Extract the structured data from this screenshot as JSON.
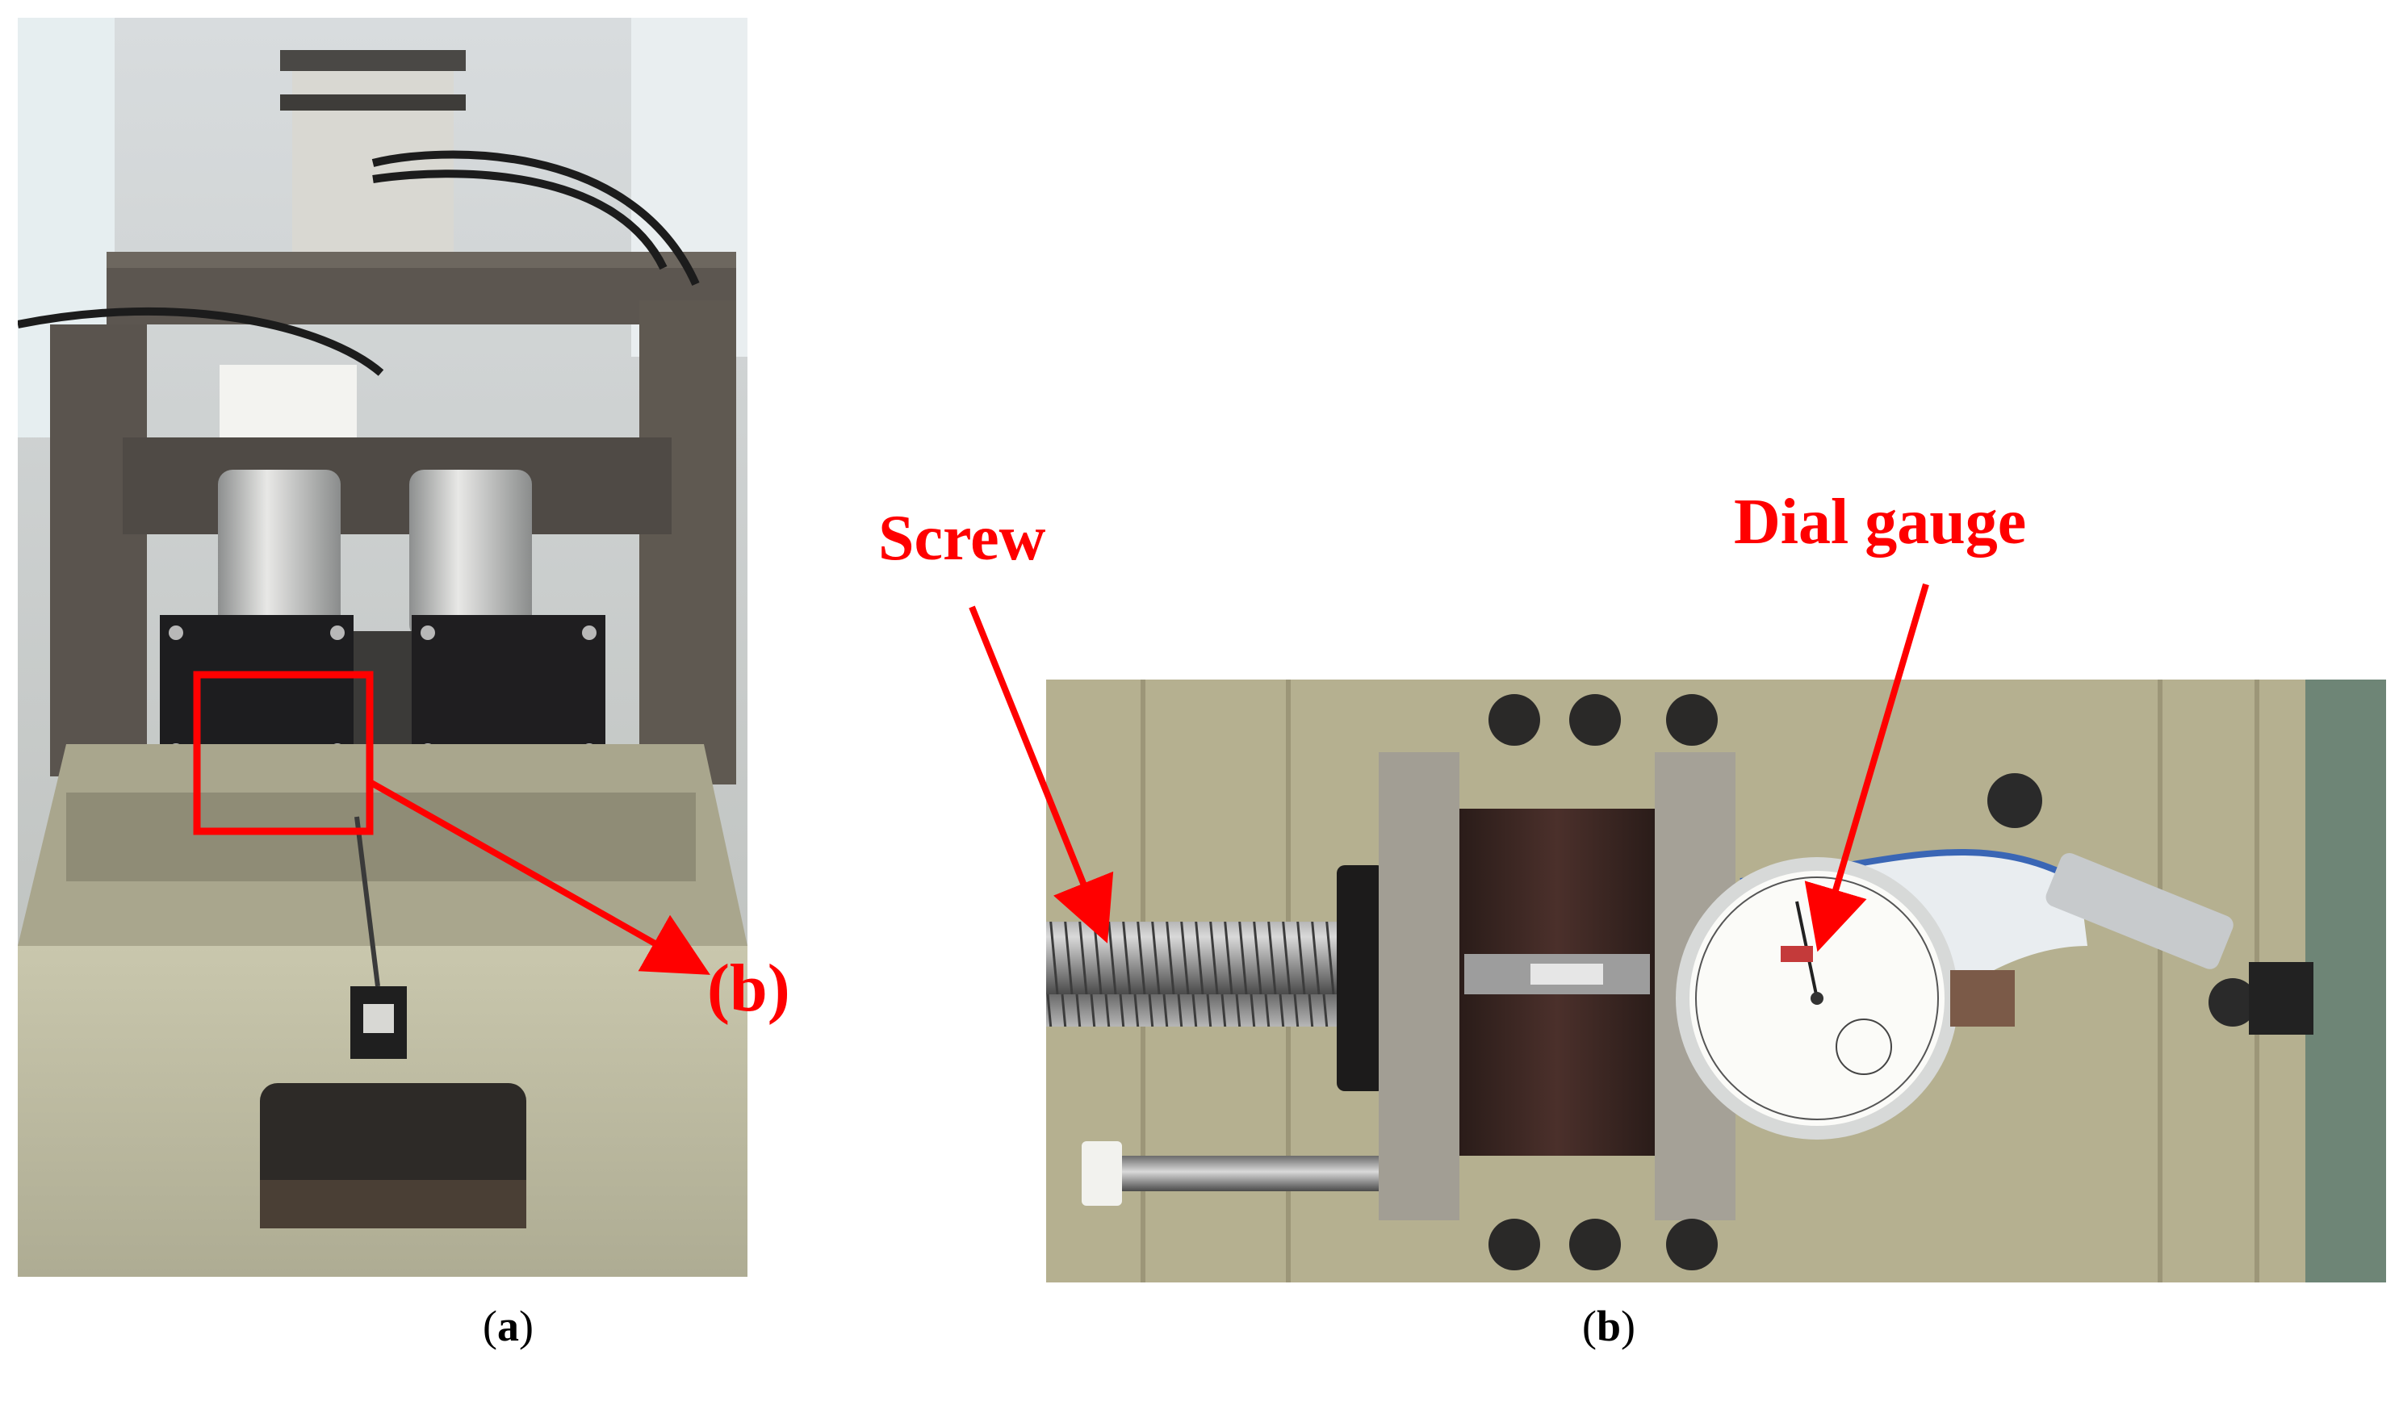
{
  "captions": {
    "a_label": "a",
    "b_label": "b"
  },
  "callouts": {
    "screw": "Screw",
    "dial_gauge": "Dial gauge",
    "ref_b": "(b)"
  },
  "colors": {
    "annotation_red": "#ff0000"
  }
}
